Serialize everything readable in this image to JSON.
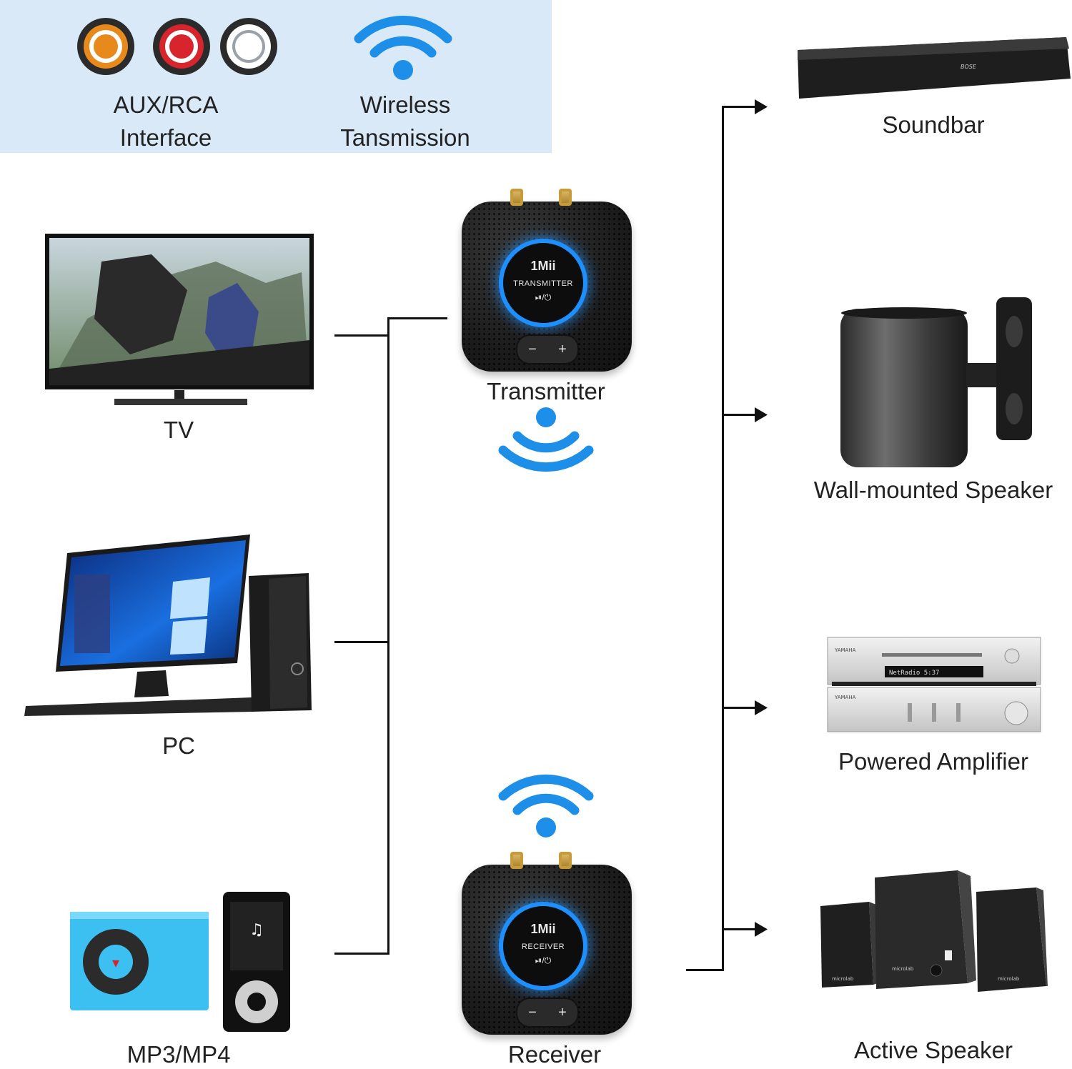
{
  "banner": {
    "aux_label_line1": "AUX/RCA",
    "aux_label_line2": "Interface",
    "wireless_label_line1": "Wireless",
    "wireless_label_line2": "Tansmission",
    "background_color": "#d9e9f8",
    "rca_colors": [
      "#e8891c",
      "#d8242d",
      "#ffffff"
    ]
  },
  "sources": [
    {
      "label": "TV"
    },
    {
      "label": "PC"
    },
    {
      "label": "MP3/MP4"
    }
  ],
  "center": {
    "transmitter": {
      "label": "Transmitter",
      "brand": "1Mii",
      "mode": "TRANSMITTER",
      "controls": "⏯/⏻",
      "minus": "−",
      "plus": "+"
    },
    "receiver": {
      "label": "Receiver",
      "brand": "1Mii",
      "mode": "RECEIVER",
      "controls": "⏯/⏻",
      "minus": "−",
      "plus": "+"
    }
  },
  "outputs": [
    {
      "label": "Soundbar",
      "logo": "BOSE"
    },
    {
      "label": "Wall-mounted Speaker"
    },
    {
      "label": "Powered Amplifier",
      "brand": "YAMAHA",
      "display": "NetRadio  5:37"
    },
    {
      "label": "Active Speaker",
      "brand": "microlab"
    }
  ],
  "colors": {
    "wifi_blue": "#1e8fe8",
    "line": "#111111",
    "device_glow": "#1e8fff"
  },
  "icons": {
    "rca_jack": "rca-jack-icon",
    "wifi": "wifi-icon",
    "arrow": "arrow-right-icon"
  }
}
